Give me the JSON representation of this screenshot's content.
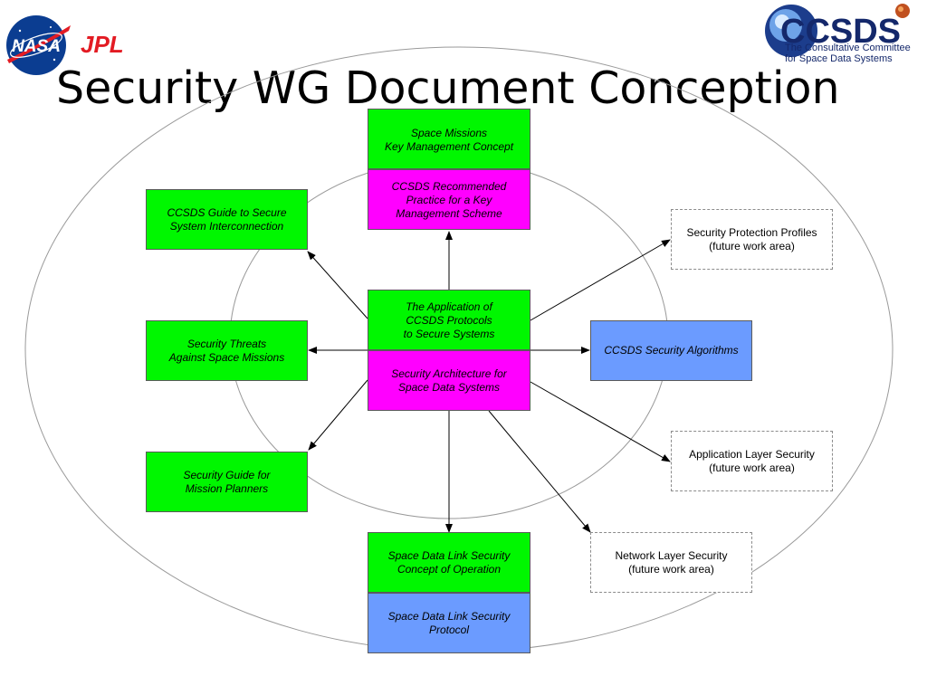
{
  "slide": {
    "title": "Security WG Document Conception"
  },
  "logos": {
    "nasa": {
      "text": "NASA",
      "icon": "nasa-meatball-logo"
    },
    "jpl": {
      "text": "JPL",
      "icon": "jpl-logo"
    },
    "ccsds": {
      "text": "CCSDS",
      "subtitle_line1": "The Consultative Committee",
      "subtitle_line2": "for Space Data Systems",
      "icon": "ccsds-logo"
    }
  },
  "colors": {
    "green": "#00f700",
    "magenta": "#ff00ff",
    "blue": "#6b9bff",
    "nasa_blue": "#0b3d91",
    "jpl_red": "#e31b23",
    "ccsds_navy": "#14286b"
  },
  "boxes": {
    "key_mgmt_concept": "Space Missions\nKey Management Concept",
    "key_mgmt_practice": "CCSDS Recommended\nPractice for a Key\nManagement Scheme",
    "guide_secure_interconnection": "CCSDS Guide to Secure\nSystem Interconnection",
    "security_threats": "Security Threats\nAgainst Space Missions",
    "guide_mission_planners": "Security Guide for\nMission Planners",
    "application_protocols": "The Application of\nCCSDS Protocols\nto Secure Systems",
    "security_architecture": "Security Architecture for\nSpace Data Systems",
    "security_algorithms": "CCSDS Security Algorithms",
    "protection_profiles": "Security Protection Profiles\n(future work area)",
    "application_layer": "Application Layer Security\n(future work area)",
    "network_layer": "Network Layer Security\n(future work area)",
    "sdls_concept": "Space Data Link Security\nConcept of Operation",
    "sdls_protocol": "Space Data Link Security\nProtocol"
  }
}
